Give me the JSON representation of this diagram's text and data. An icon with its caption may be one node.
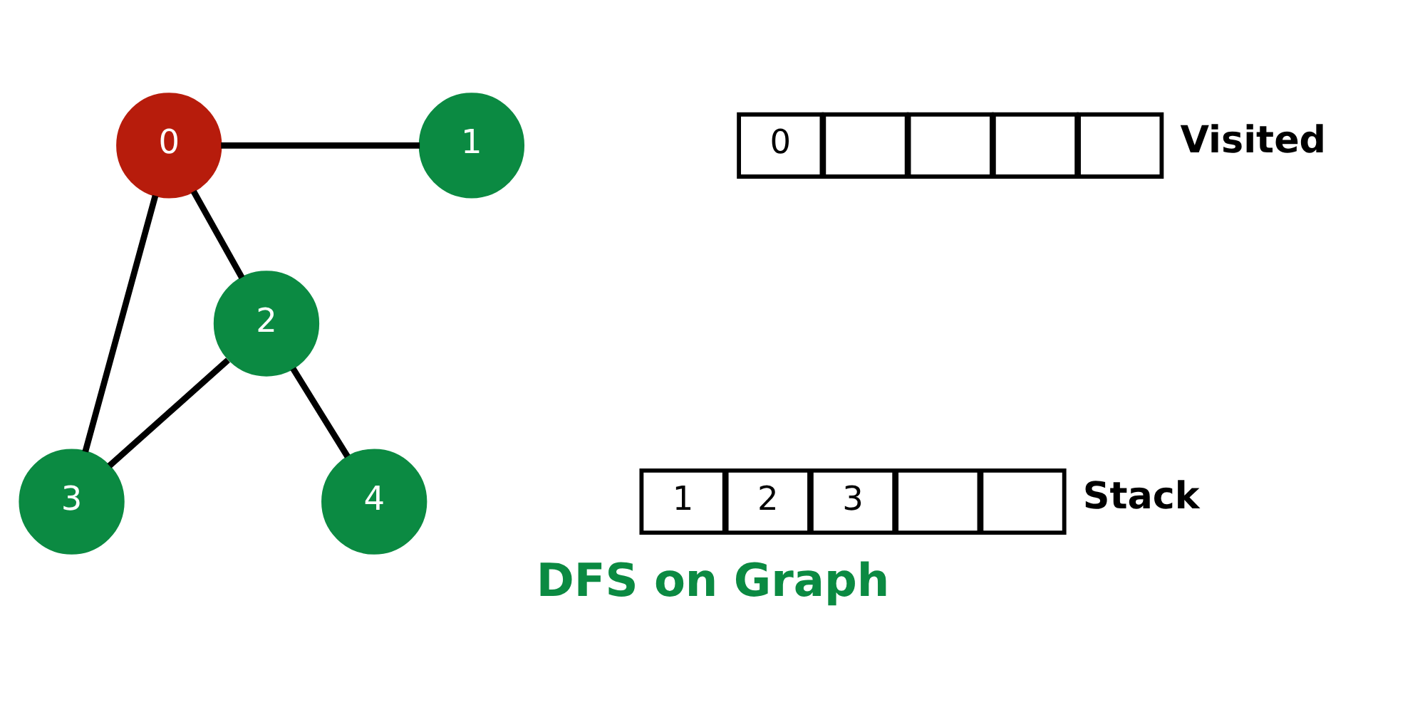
{
  "diagram": {
    "title": "DFS on Graph",
    "nodes": [
      {
        "text": [
          "0"
        ]
      },
      {
        "text": [
          "1"
        ]
      },
      {
        "text": [
          "2"
        ]
      },
      {
        "text": [
          "3"
        ]
      },
      {
        "text": [
          "4"
        ]
      },
      {
        "text": [
          "0"
        ]
      },
      {
        "text": [],
        "shape": "box"
      },
      {
        "text": [],
        "shape": "box"
      },
      {
        "text": [],
        "shape": "box"
      },
      {
        "text": [],
        "shape": "box"
      },
      {
        "text": [
          "1"
        ]
      },
      {
        "text": [
          "2"
        ]
      },
      {
        "text": [
          "3"
        ]
      },
      {
        "text": [],
        "shape": "box"
      },
      {
        "text": [],
        "shape": "box"
      }
    ],
    "edges": [
      {
        "from": 0,
        "to": 1,
        "arrow": "none"
      },
      {
        "from": 0,
        "to": 2,
        "arrow": "none"
      },
      {
        "from": 0,
        "to": 3,
        "arrow": "none"
      },
      {
        "from": 2,
        "to": 3,
        "arrow": "none"
      },
      {
        "from": 2,
        "to": 4,
        "arrow": "none"
      }
    ],
    "labels": [
      "Visited",
      "Stack"
    ]
  }
}
